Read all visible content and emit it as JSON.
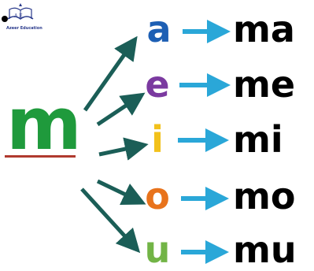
{
  "logo": {
    "initials": "A E",
    "name": "Azeer Education"
  },
  "consonant": {
    "letter": "m",
    "color": "#1f9a3c",
    "underline_color": "#b03a2e"
  },
  "arrow_colors": {
    "branch": "#1b5e57",
    "right": "#2aa7d8"
  },
  "rows": [
    {
      "vowel": "a",
      "vowel_color": "#1d5fb4",
      "syllable": "ma"
    },
    {
      "vowel": "e",
      "vowel_color": "#7b3aa0",
      "syllable": "me"
    },
    {
      "vowel": "i",
      "vowel_color": "#f2c11b",
      "syllable": "mi"
    },
    {
      "vowel": "o",
      "vowel_color": "#e8731c",
      "syllable": "mo"
    },
    {
      "vowel": "u",
      "vowel_color": "#72b446",
      "syllable": "mu"
    }
  ]
}
